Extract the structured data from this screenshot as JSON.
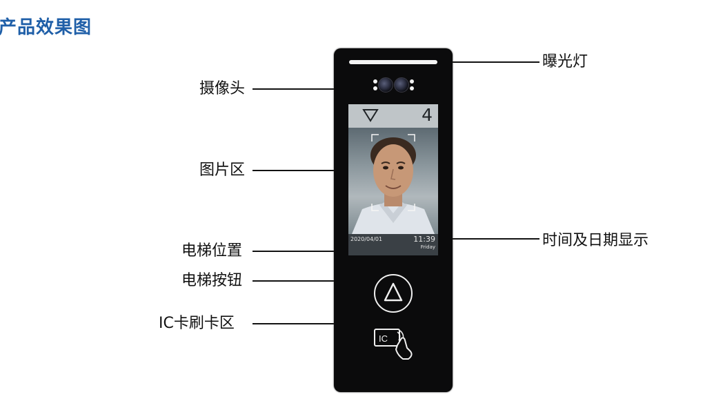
{
  "title": "产品效果图",
  "labels": {
    "camera": "摄像头",
    "picture_area": "图片区",
    "elevator_position": "电梯位置",
    "elevator_button": "电梯按钮",
    "ic_card_area": "IC卡刷卡区",
    "exposure_light": "曝光灯",
    "time_date_display": "时间及日期显示"
  },
  "screen": {
    "floor": "4",
    "date": "2020/04/01",
    "time": "11:39",
    "weekday": "Friday"
  },
  "icons": {
    "direction": "down-triangle-icon",
    "call_button": "up-triangle-icon",
    "ic_card": "ic-card-tap-icon"
  },
  "colors": {
    "title": "#1f5fa8",
    "device": "#0b0b0c",
    "screen_bar": "#bfc5c8"
  }
}
